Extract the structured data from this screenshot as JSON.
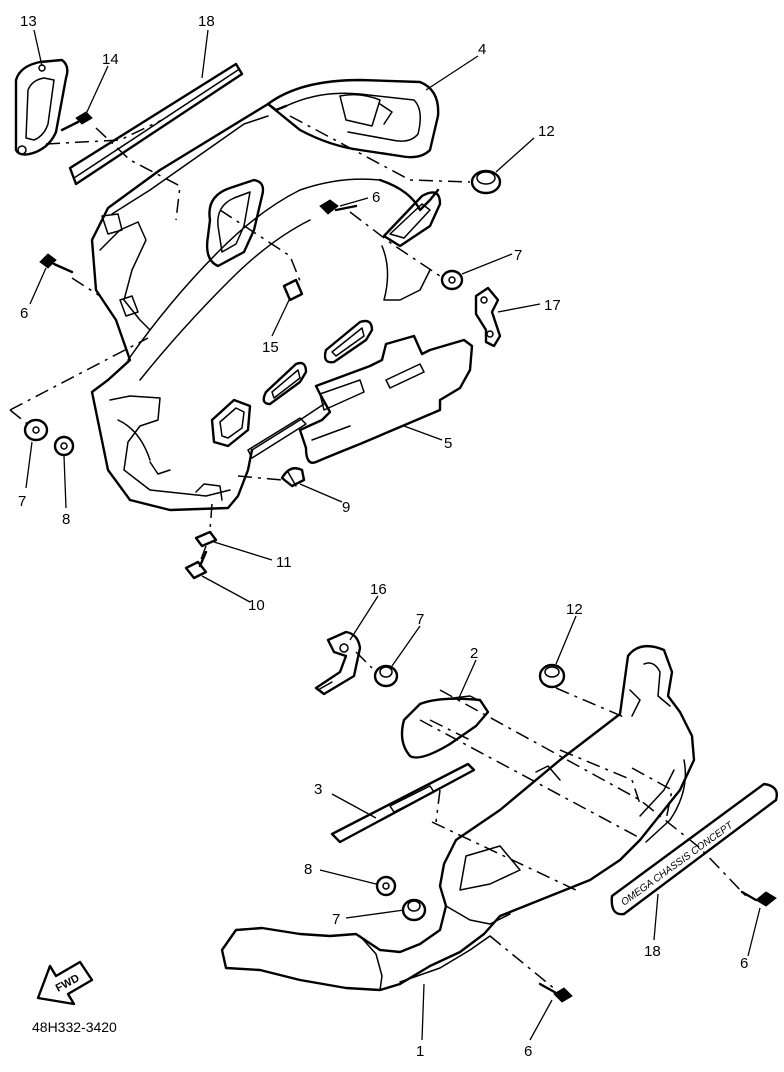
{
  "callouts": {
    "c1": "1",
    "c2": "2",
    "c3": "3",
    "c4": "4",
    "c5": "5",
    "c6a": "6",
    "c6b": "6",
    "c6c": "6",
    "c6d": "6",
    "c7a": "7",
    "c7b": "7",
    "c7c": "7",
    "c7d": "7",
    "c8a": "8",
    "c8b": "8",
    "c9": "9",
    "c10": "10",
    "c11": "11",
    "c12a": "12",
    "c12b": "12",
    "c13": "13",
    "c14": "14",
    "c15": "15",
    "c16": "16",
    "c17": "17",
    "c18a": "18",
    "c18b": "18"
  },
  "decal_text": "OMEGA CHASSIS CONCEPT",
  "fwd_label": "FWD",
  "diagram_code": "48H332-3420"
}
